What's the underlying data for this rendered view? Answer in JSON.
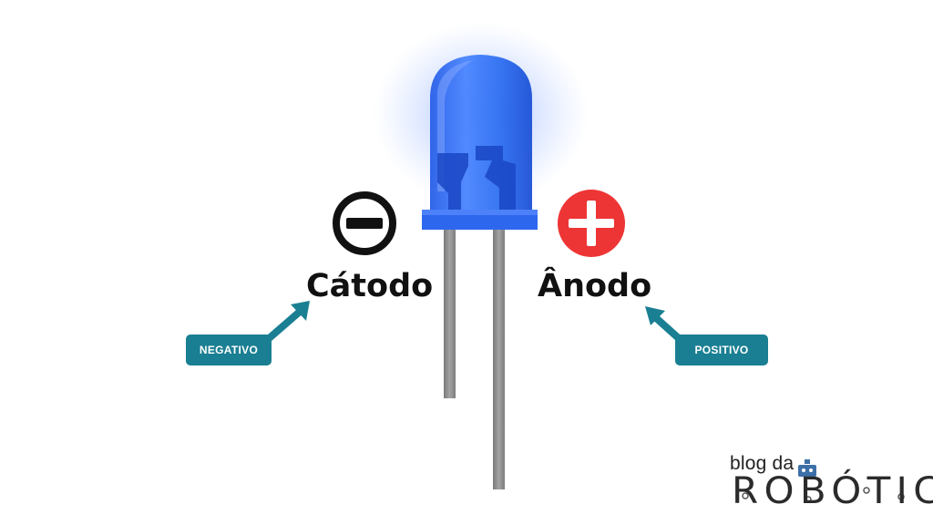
{
  "labels": {
    "cathode": "Cátodo",
    "anode": "Ânodo",
    "negative_tag": "NEGATIVO",
    "positive_tag": "POSITIVO"
  },
  "logo": {
    "line1": "blog da",
    "line2": "ROBÓTICA"
  },
  "colors": {
    "led_blue": "#2f6ff0",
    "led_glow": "#4a7dff",
    "lead_gray": "#8c8c8c",
    "tag_teal": "#1a7f92",
    "minus_black": "#111111",
    "plus_red": "#ee3535"
  },
  "icons": {
    "minus": "minus-circle-icon",
    "plus": "plus-circle-icon",
    "robot": "robot-icon"
  }
}
